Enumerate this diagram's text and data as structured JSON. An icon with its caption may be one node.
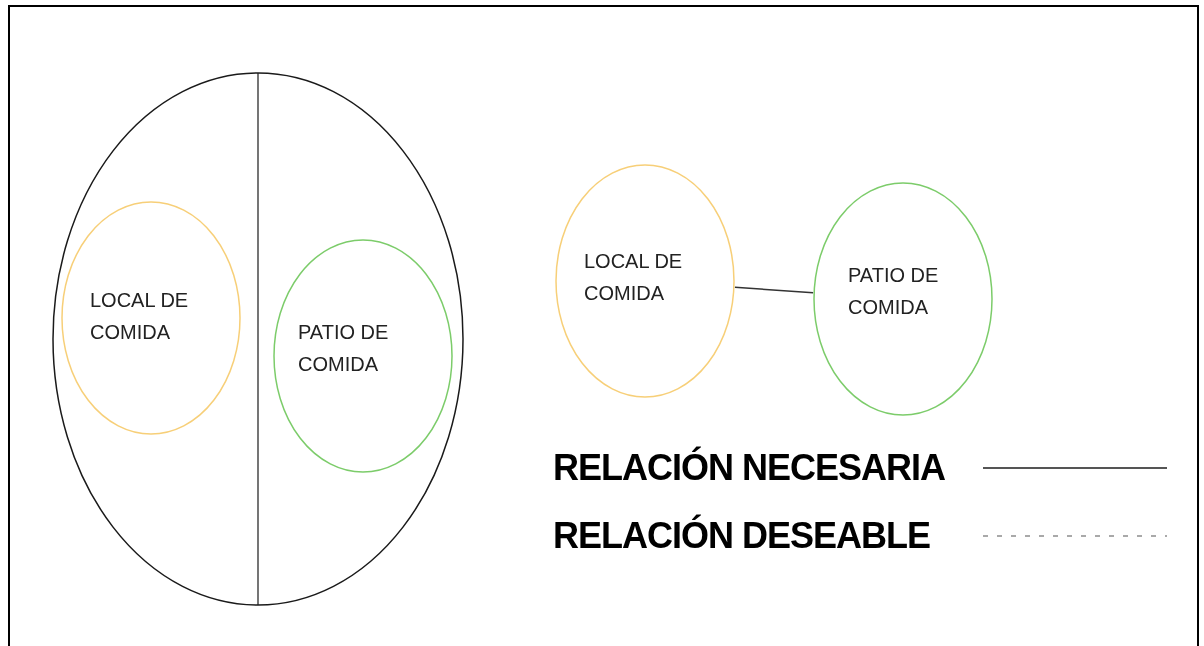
{
  "diagram": {
    "nodes": [
      {
        "text": [],
        "shape": "circle"
      },
      {
        "text": [
          "LOCAL DE COMIDA"
        ],
        "in": 0
      },
      {
        "text": [
          "PATIO DE COMIDA"
        ],
        "in": 0
      },
      {
        "text": [
          "LOCAL DE COMIDA"
        ]
      },
      {
        "text": [
          "PATIO DE COMIDA"
        ]
      }
    ],
    "edges": [
      {
        "from": 3,
        "to": 4,
        "arrow": "none"
      }
    ],
    "legend": [
      {
        "text": "RELACIÓN NECESARIA"
      },
      {
        "text": "RELACIÓN DESEABLE"
      }
    ]
  }
}
